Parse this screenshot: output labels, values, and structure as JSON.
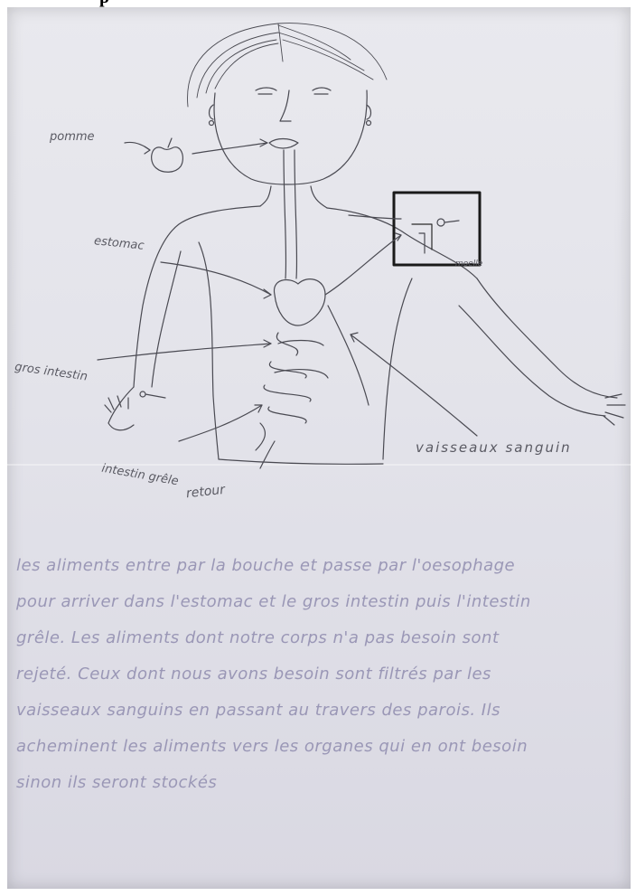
{
  "header": {
    "title": "p"
  },
  "drawing": {
    "labels": {
      "pomme": "pomme",
      "estomac": "estomac",
      "gros_intestin": "gros intestin",
      "intestin_grele": "intestin grêle",
      "return": "retour",
      "vaisseaux": "vaisseaux sanguin",
      "moelle": "moelle"
    }
  },
  "text": {
    "lines": [
      "les aliments entre par la bouche et passe par l'oesophage",
      "pour arriver dans l'estomac et le gros intestin puis l'intestin",
      "grêle. Les aliments dont notre corps n'a pas besoin sont",
      "rejeté. Ceux dont nous avons besoin sont filtrés par les",
      "vaisseaux sanguins en passant au travers des parois. Ils",
      "acheminent les aliments vers les organes qui en ont besoin",
      "sinon ils seront stockés"
    ]
  },
  "colors": {
    "paper": "#e6e6ec",
    "pencil": "#4a4a52",
    "handwriting": "#9a97b6"
  }
}
